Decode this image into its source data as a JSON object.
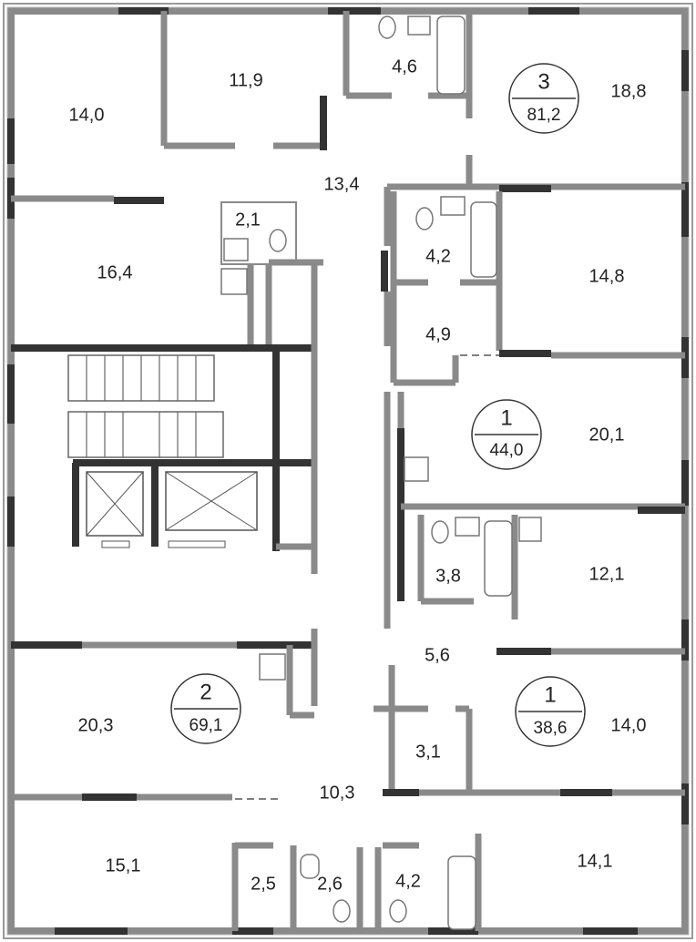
{
  "plan": {
    "rooms": {
      "r14_0_top": "14,0",
      "r11_9": "11,9",
      "r4_6": "4,6",
      "r18_8": "18,8",
      "r13_4": "13,4",
      "r2_1": "2,1",
      "r16_4": "16,4",
      "r4_2_mid": "4,2",
      "r14_8": "14,8",
      "r4_9": "4,9",
      "r20_1": "20,1",
      "r3_8": "3,8",
      "r12_1": "12,1",
      "r5_6": "5,6",
      "r20_3": "20,3",
      "r14_0_right": "14,0",
      "r3_1": "3,1",
      "r10_3": "10,3",
      "r15_1": "15,1",
      "r2_5": "2,5",
      "r2_6": "2,6",
      "r4_2_bottom": "4,2",
      "r14_1": "14,1"
    },
    "apartments": [
      {
        "rooms": "3",
        "total": "81,2"
      },
      {
        "rooms": "1",
        "total": "44,0"
      },
      {
        "rooms": "2",
        "total": "69,1"
      },
      {
        "rooms": "1",
        "total": "38,6"
      }
    ]
  }
}
